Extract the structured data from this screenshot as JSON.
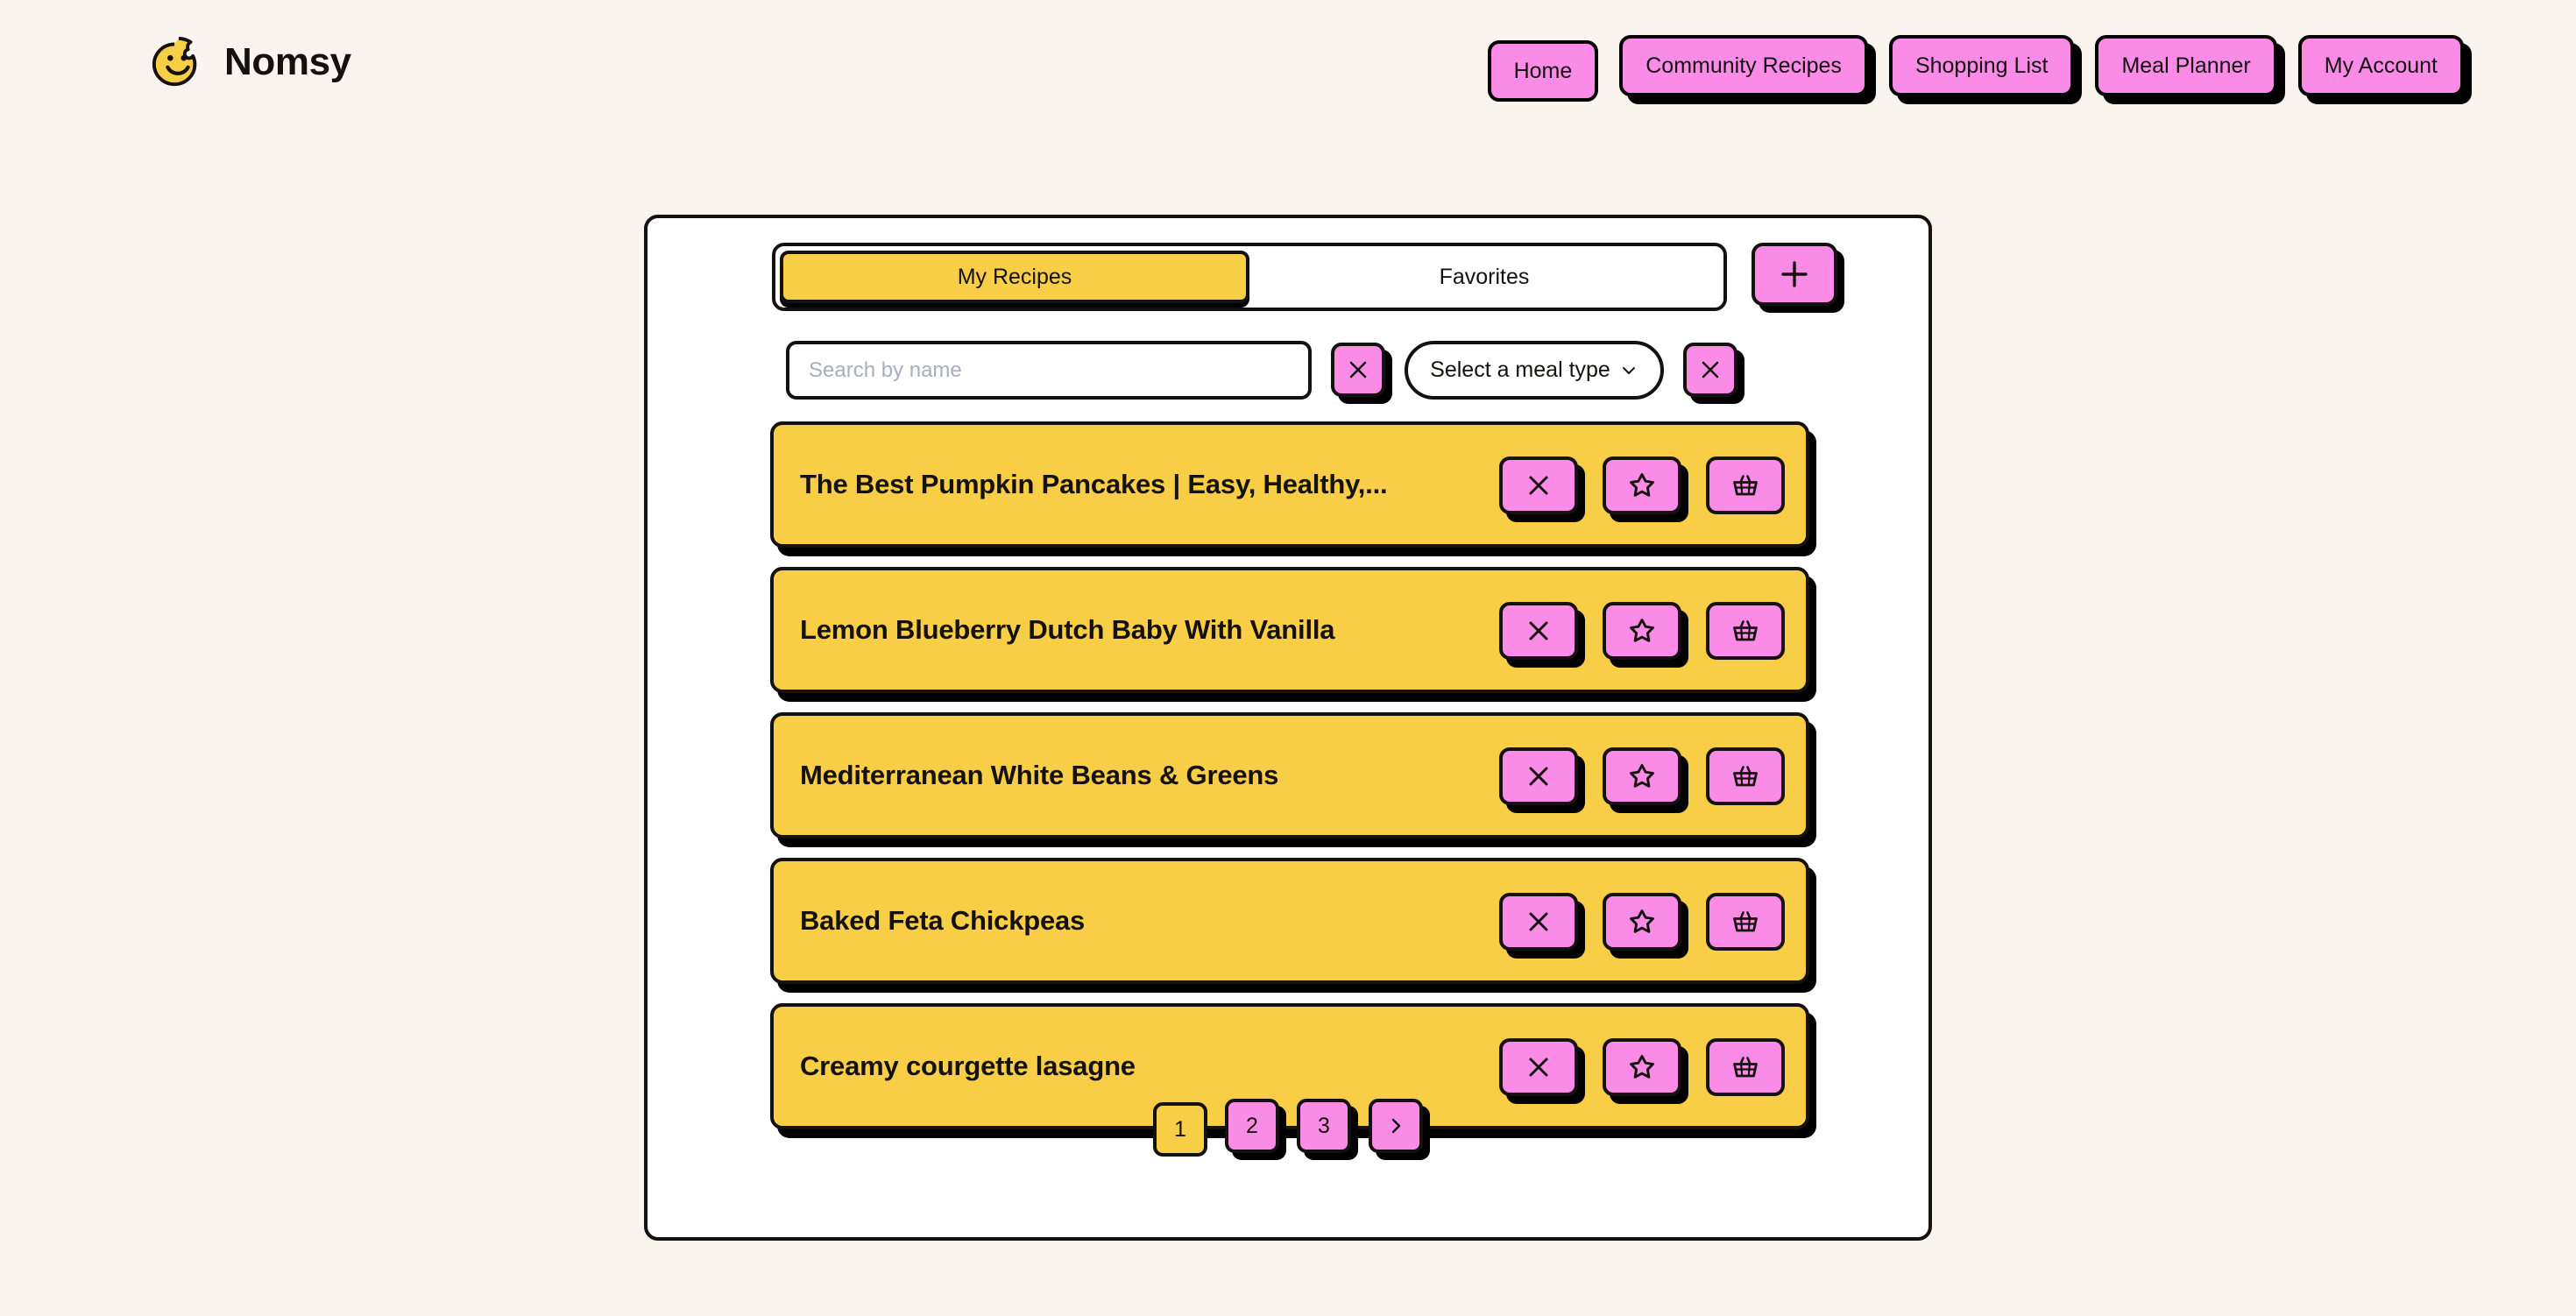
{
  "brand": {
    "name": "Nomsy",
    "logo_icon": "bitten-smiley-icon",
    "logo_color": "#F7CE45"
  },
  "theme": {
    "page_background": "#FAF4EE",
    "card_background": "#FFFFFF",
    "accent_pink": "#FA8CE8",
    "accent_yellow": "#F7CE45",
    "outline": "#14110F",
    "placeholder_text": "#A8AEBC"
  },
  "nav": {
    "items": [
      {
        "label": "Home",
        "name": "nav-home",
        "active": true
      },
      {
        "label": "Community Recipes",
        "name": "nav-community-recipes",
        "active": false
      },
      {
        "label": "Shopping List",
        "name": "nav-shopping-list",
        "active": false
      },
      {
        "label": "Meal Planner",
        "name": "nav-meal-planner",
        "active": false
      },
      {
        "label": "My Account",
        "name": "nav-my-account",
        "active": false
      }
    ]
  },
  "tabs": {
    "items": [
      {
        "label": "My Recipes",
        "active": true
      },
      {
        "label": "Favorites",
        "active": false
      }
    ],
    "add_button": {
      "icon": "plus-icon",
      "label": "+"
    }
  },
  "filters": {
    "search": {
      "value": "",
      "placeholder": "Search by name"
    },
    "search_clear": {
      "icon": "close-icon",
      "label": "×"
    },
    "meal_type": {
      "selected": "Select a meal type",
      "chevron_icon": "chevron-down-icon"
    },
    "meal_type_clear": {
      "icon": "close-icon",
      "label": "×"
    }
  },
  "recipes": {
    "row_actions": {
      "delete_icon": "close-icon",
      "favorite_icon": "star-icon",
      "basket_icon": "shopping-basket-icon"
    },
    "items": [
      {
        "title": "The Best Pumpkin Pancakes | Easy, Healthy,..."
      },
      {
        "title": "Lemon Blueberry Dutch Baby With Vanilla"
      },
      {
        "title": "Mediterranean White Beans & Greens"
      },
      {
        "title": "Baked Feta Chickpeas"
      },
      {
        "title": "Creamy courgette lasagne"
      }
    ]
  },
  "pagination": {
    "pages": [
      {
        "label": "1",
        "active": true
      },
      {
        "label": "2",
        "active": false
      },
      {
        "label": "3",
        "active": false
      }
    ],
    "next": {
      "label": "›",
      "icon": "chevron-right-icon"
    }
  }
}
